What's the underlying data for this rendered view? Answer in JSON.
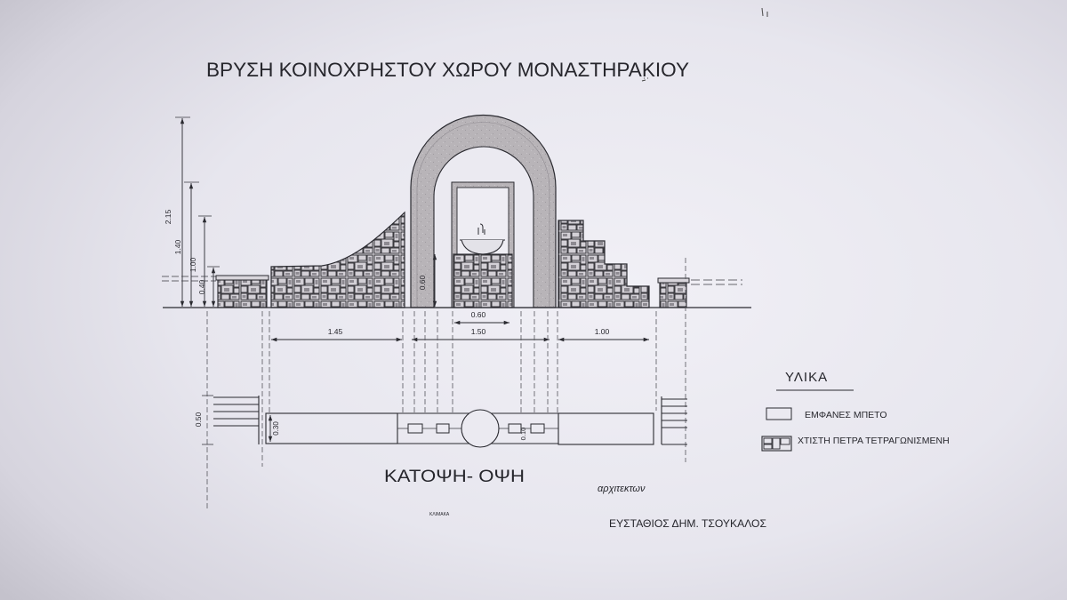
{
  "title": "ΒΡΥΣΗ ΚΟΙΝΟΧΡΗΣΤΟΥ ΧΩΡΟΥ ΜΟΝΑΣΤΗΡΑΚΙΟΥ",
  "elevation_dimensions": {
    "total_height": "2.15",
    "wall_height": "1.40",
    "step_height": "1.00",
    "low_wall_height": "0.40",
    "basin_height": "0.60",
    "basin_width": "0.60",
    "left_wall_length": "1.45",
    "arch_width": "1.50",
    "right_wall_length": "1.00"
  },
  "plan_dimensions": {
    "depth": "0.50",
    "wall_depth": "0.30",
    "spout_offset": "0.10"
  },
  "legend": {
    "title": "ΥΛΙΚΑ",
    "items": [
      {
        "label": "ΕΜΦΑΝΕΣ ΜΠΕΤΟ"
      },
      {
        "label": "ΧΤΙΣΤΗ ΠΕΤΡΑ ΤΕΤΡΑΓΩΝΙΣΜΕΝΗ"
      }
    ]
  },
  "view_label": "ΚΑΤΟΨΗ- ΟΨΗ",
  "scale_label": "ΚΛΙΜΑΚΑ",
  "architect_role": "αρχιτεκτων",
  "architect_name": "ΕΥΣΤΑΘΙΟΣ ΔΗΜ. ΤΣΟΥΚΑΛΟΣ",
  "colors": {
    "paper": "#e9e8ef",
    "ink": "#26262c",
    "concrete": "#b8b4b8",
    "stone": "#d2cfd4"
  }
}
